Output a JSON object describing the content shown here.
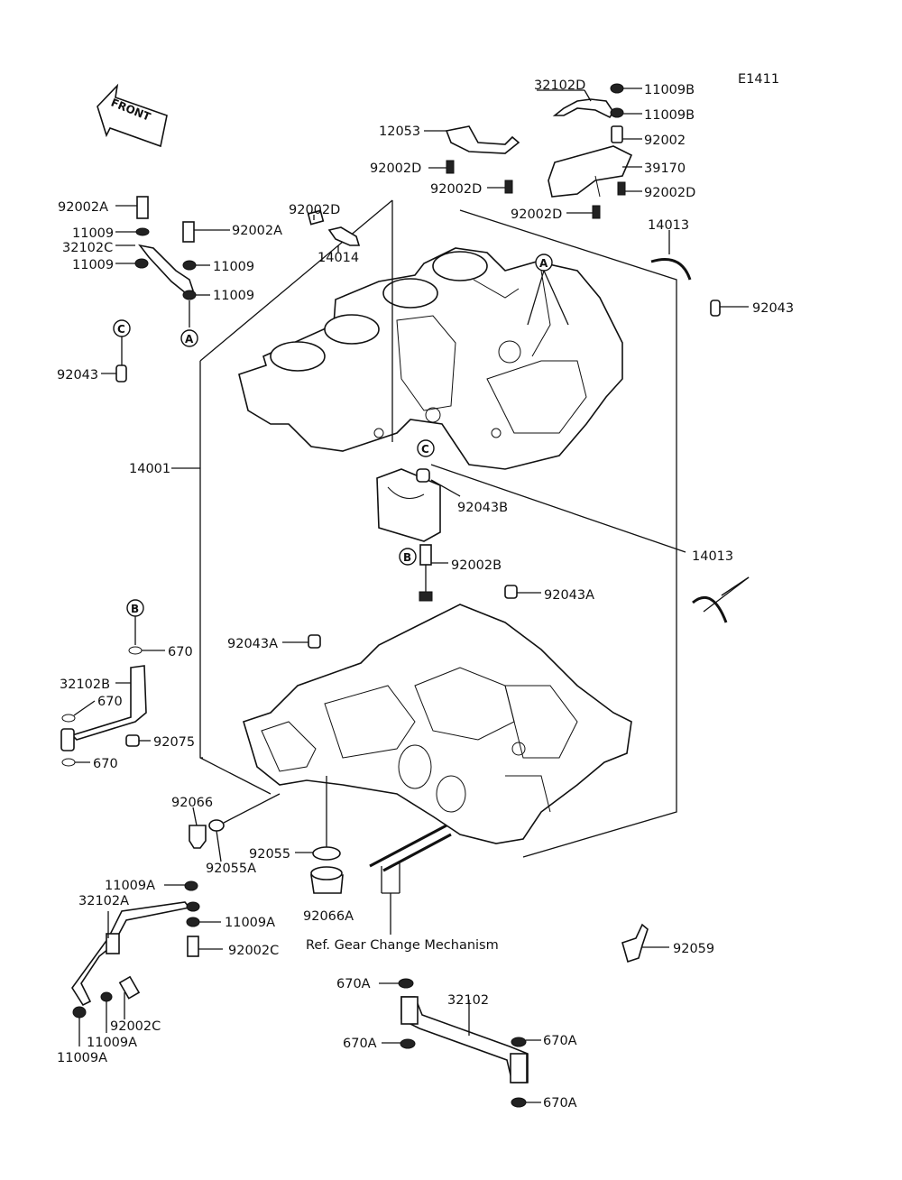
{
  "diagram_code": "E1411",
  "front_label": "FRONT",
  "reference_note": "Ref. Gear Change Mechanism",
  "callouts": {
    "a": "A",
    "b": "B",
    "c": "C"
  },
  "labels": {
    "p32102D": "32102D",
    "p11009B_1": "11009B",
    "p11009B_2": "11009B",
    "p92002": "92002",
    "p12053": "12053",
    "p39170": "39170",
    "p92002D_1": "92002D",
    "p92002D_2": "92002D",
    "p92002D_3": "92002D",
    "p92002D_4": "92002D",
    "p92002D_5": "92002D",
    "p14014": "14014",
    "p14013_top": "14013",
    "p92043_r": "92043",
    "p92002A_1": "92002A",
    "p92002A_2": "92002A",
    "p11009_1": "11009",
    "p11009_2": "11009",
    "p11009_3": "11009",
    "p11009_4": "11009",
    "p32102C": "32102C",
    "p92043_l": "92043",
    "p14001": "14001",
    "p92043B": "92043B",
    "p92002B": "92002B",
    "p14013_mid": "14013",
    "p92043A_1": "92043A",
    "p92043A_2": "92043A",
    "p670_1": "670",
    "p32102B": "32102B",
    "p670_2": "670",
    "p92075": "92075",
    "p670_3": "670",
    "p92066": "92066",
    "p92055A": "92055A",
    "p92055": "92055",
    "p92066A": "92066A",
    "p11009A_1": "11009A",
    "p32102A": "32102A",
    "p11009A_2": "11009A",
    "p92002C_1": "92002C",
    "p92002C_2": "92002C",
    "p11009A_3": "11009A",
    "p11009A_4": "11009A",
    "p92059": "92059",
    "p670A_1": "670A",
    "p32102": "32102",
    "p670A_2": "670A",
    "p670A_3": "670A",
    "p670A_4": "670A"
  }
}
